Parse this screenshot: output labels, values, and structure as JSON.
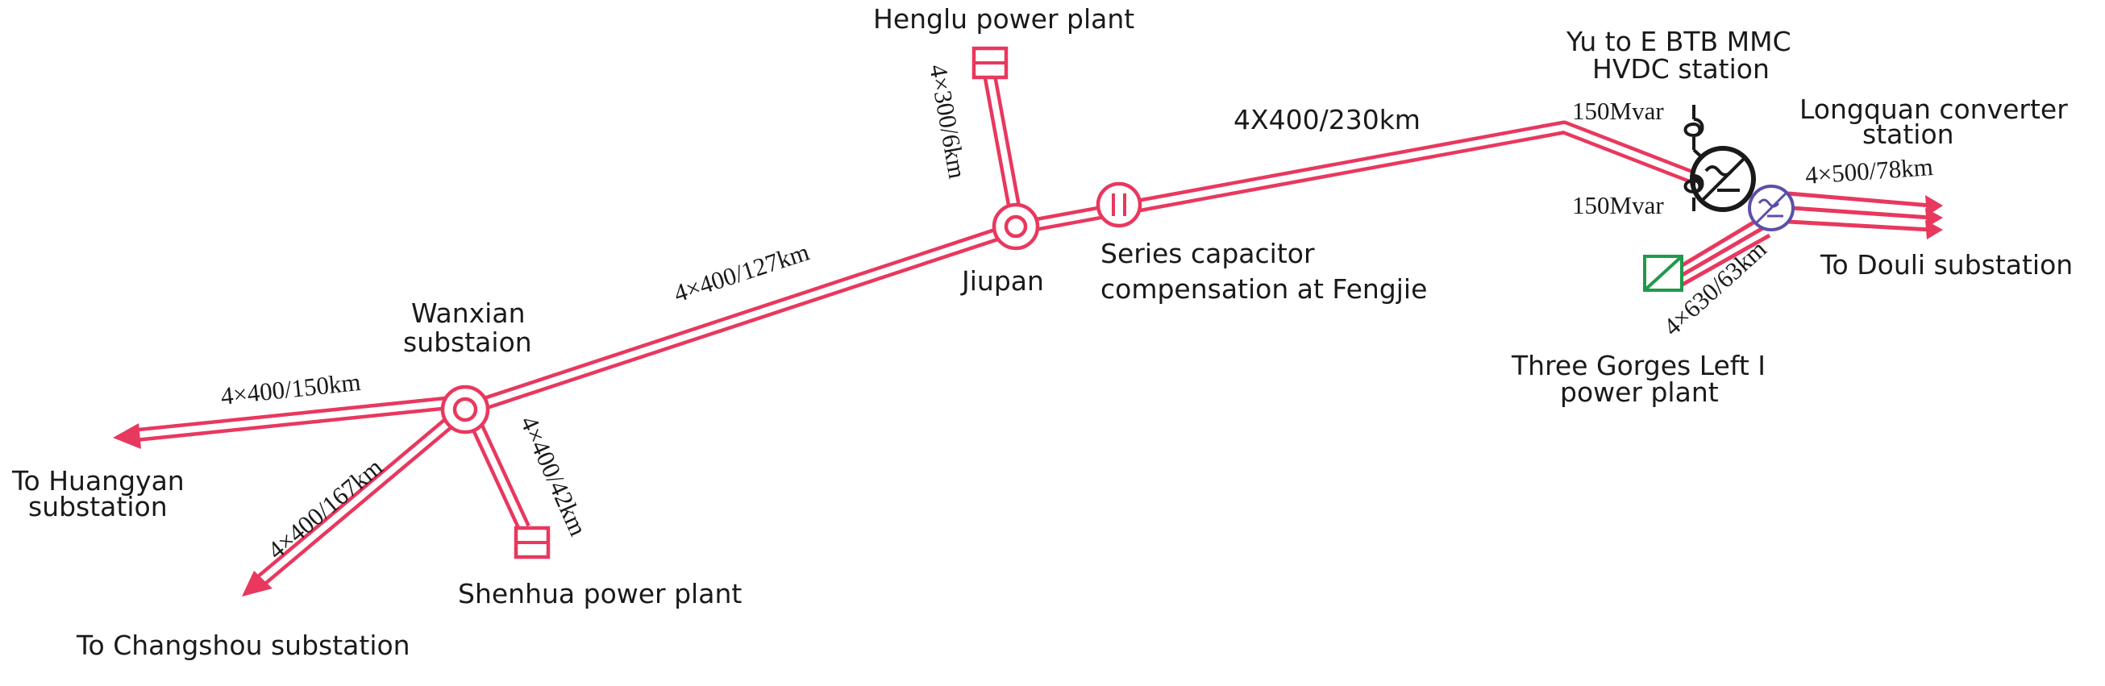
{
  "diagram": {
    "nodes": {
      "henglu": "Henglu power plant",
      "yu_to_e_1": "Yu to E BTB MMC",
      "yu_to_e_2": "HVDC station",
      "longquan_1": "Longquan converter",
      "longquan_2": "station",
      "douli": "To Douli substation",
      "three_gorges_1": "Three Gorges Left I",
      "three_gorges_2": "power plant",
      "series_cap_1": "Series capacitor",
      "series_cap_2": "compensation at Fengjie",
      "jiupan": "Jiupan",
      "wanxian_1": "Wanxian",
      "wanxian_2": "substaion",
      "huangyan_1": "To Huangyan",
      "huangyan_2": "substation",
      "changshou": "To Changshou substation",
      "shenhua": "Shenhua power plant"
    },
    "lines": {
      "jiupan_to_longquan": "4X400/230km",
      "henglu_to_jiupan": "4×300/6km",
      "wanxian_to_jiupan": "4×400/127km",
      "wanxian_to_huangyan": "4×400/150km",
      "wanxian_to_changshou": "4×400/167km",
      "wanxian_to_shenhua": "4×400/42km",
      "longquan_to_douli": "4×500/78km",
      "threegorges_to_longquan": "4×630/63km"
    },
    "reactors": {
      "upper": "150Mvar",
      "lower": "150Mvar"
    },
    "colors": {
      "line": "#e8385e",
      "converter": "#1a1a1a",
      "longquan_converter": "#5b4fa8",
      "three_gorges_unit": "#1f9a4a"
    }
  }
}
